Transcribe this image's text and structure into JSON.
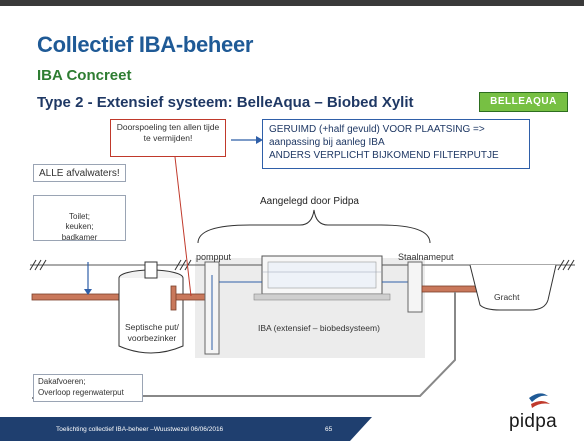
{
  "slide": {
    "title": "Collectief IBA-beheer",
    "subtitle": "IBA Concreet",
    "heading": "Type 2 - Extensief systeem: BelleAqua – Biobed Xylit",
    "brand_logo": "BELLEAQUA"
  },
  "callouts": {
    "doorspoeling": "Doorspoeling ten allen tijde te vermijden!",
    "geruimd_line1": "GERUIMD (+half gevuld) VOOR PLAATSING =>",
    "geruimd_line2": "aanpassing bij aanleg IBA",
    "geruimd_line3": "ANDERS VERPLICHT BIJKOMEND FILTERPUTJE",
    "afvalwaters": "ALLE afvalwaters!",
    "toilet": "Toilet;\nkeuken;\nbadkamer",
    "aangelegd": "Aangelegd door Pidpa",
    "dakafvoeren_line1": "Dakafvoeren;",
    "dakafvoeren_line2": "Overloop regenwaterput"
  },
  "diagram": {
    "pompput": "pompput",
    "staalnameput": "Staalnameput",
    "gracht": "Gracht",
    "septische_line1": "Septische put/",
    "septische_line2": "voorbezinker",
    "iba_label": "IBA (extensief – biobedsysteem)"
  },
  "footer": {
    "text": "Toelichting collectief IBA-beheer –Wuustwezel 06/06/2016",
    "page": "65",
    "logo": "pidpa"
  },
  "colors": {
    "title": "#1f5a96",
    "subtitle": "#2e7d32",
    "footer": "#1f3f6f",
    "pipe": "#c9785b",
    "ground": "#7a5c3a"
  }
}
